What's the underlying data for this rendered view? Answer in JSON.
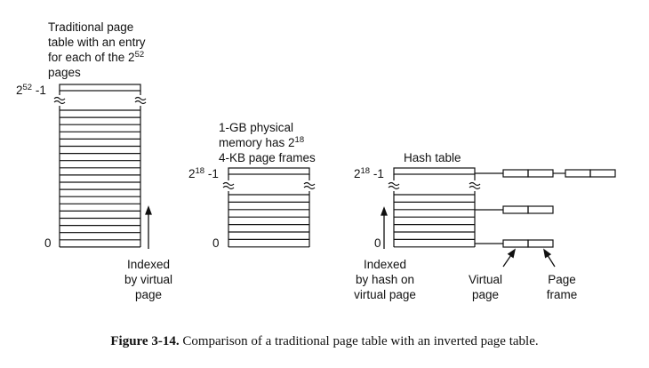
{
  "left_table": {
    "desc_line1": "Traditional page",
    "desc_line2": "table with an entry",
    "desc_line3_prefix": "for each of the 2",
    "desc_line3_exp": "52",
    "desc_line4": "pages",
    "top_label_base": "2",
    "top_label_exp": "52",
    "top_label_suffix": " -1",
    "bottom_label": "0",
    "index_line1": "Indexed",
    "index_line2": "by virtual",
    "index_line3": "page"
  },
  "middle_table": {
    "desc_line1": "1-GB physical",
    "desc_line2_prefix": "memory has 2",
    "desc_line2_exp": "18",
    "desc_line3": "4-KB page frames",
    "top_label_base": "2",
    "top_label_exp": "18",
    "top_label_suffix": " -1",
    "bottom_label": "0"
  },
  "hash_table": {
    "title": "Hash table",
    "top_label_base": "2",
    "top_label_exp": "18",
    "top_label_suffix": " -1",
    "bottom_label": "0",
    "index_line1": "Indexed",
    "index_line2": "by hash on",
    "index_line3": "virtual page",
    "virtual_page_line1": "Virtual",
    "virtual_page_line2": "page",
    "page_frame_line1": "Page",
    "page_frame_line2": "frame"
  },
  "caption": {
    "label": "Figure 3-14.",
    "text": "Comparison of a traditional page table with an inverted page table."
  },
  "colors": {
    "ink": "#111111",
    "background": "#ffffff"
  }
}
